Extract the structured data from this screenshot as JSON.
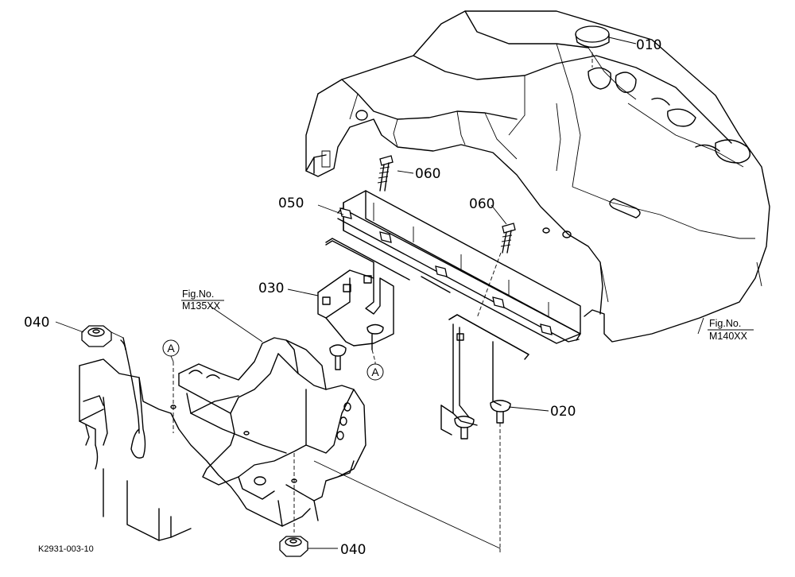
{
  "diagram": {
    "drawing_code": "K2931-003-10",
    "parts": {
      "p010": "010",
      "p020": "020",
      "p030": "030",
      "p040_upper": "040",
      "p040_lower": "040",
      "p050": "050",
      "p060_upper": "060",
      "p060_lower": "060"
    },
    "references": {
      "left_fig_line1": "Fig.No.",
      "left_fig_line2": "M135XX",
      "right_fig_line1": "Fig.No.",
      "right_fig_line2": "M140XX"
    },
    "callouts": {
      "a_left": "A",
      "a_center": "A"
    }
  }
}
